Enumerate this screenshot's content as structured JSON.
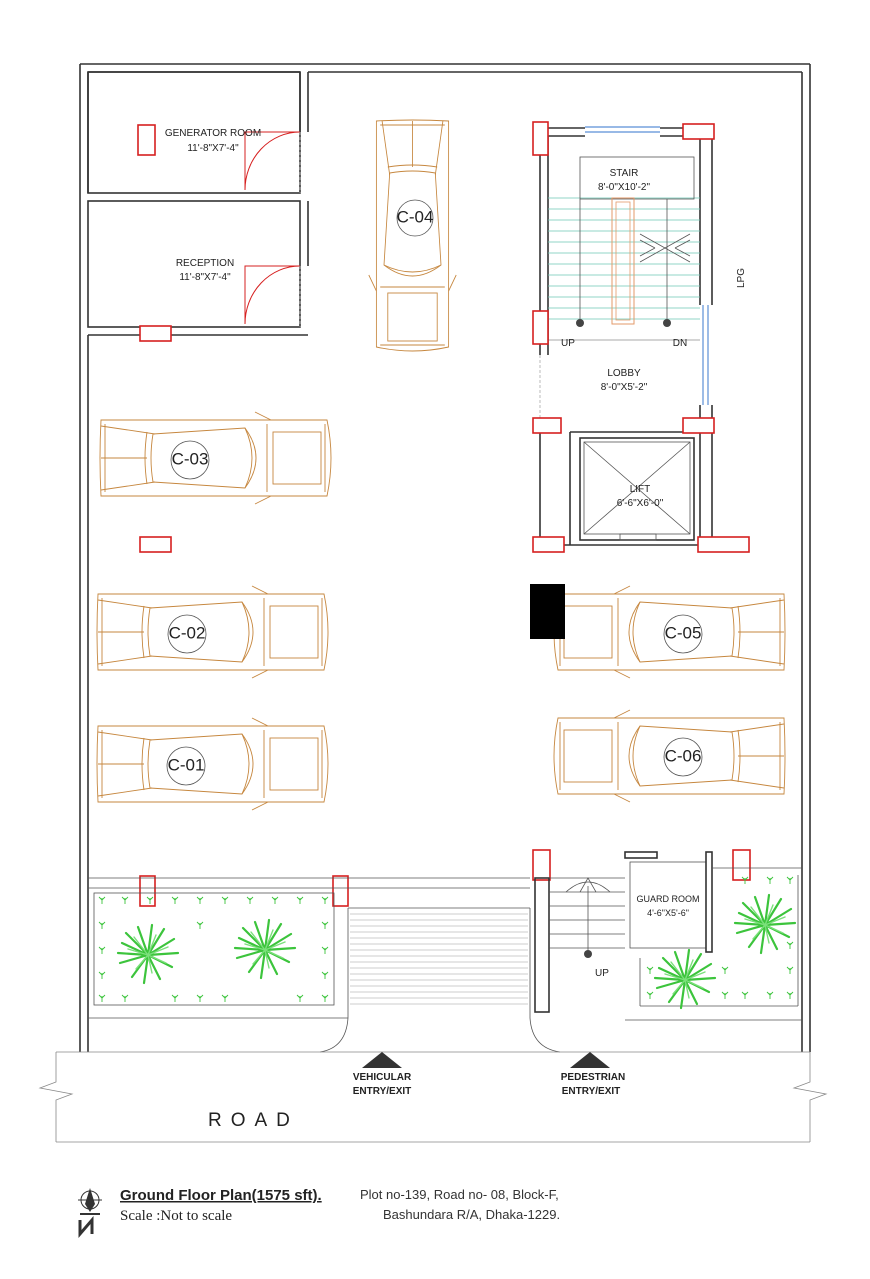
{
  "rooms": {
    "generator": {
      "name": "GENERATOR ROOM",
      "size": "11'-8\"X7'-4\""
    },
    "reception": {
      "name": "RECEPTION",
      "size": "11'-8\"X7'-4\""
    },
    "stair": {
      "name": "STAIR",
      "size": "8'-0\"X10'-2\""
    },
    "lobby": {
      "name": "LOBBY",
      "size": "8'-0\"X5'-2\""
    },
    "lift": {
      "name": "LIFT",
      "size": "6'-6\"X6'-0\""
    },
    "guard": {
      "name": "GUARD ROOM",
      "size": "4'-6\"X5'-6\""
    }
  },
  "stair_marks": {
    "up": "UP",
    "dn": "DN"
  },
  "lpg": "LPG",
  "ped_up": "UP",
  "cars": [
    "C-01",
    "C-02",
    "C-03",
    "C-04",
    "C-05",
    "C-06"
  ],
  "entries": {
    "vehicular": [
      "VEHICULAR",
      "ENTRY/EXIT"
    ],
    "pedestrian": [
      "PEDESTRIAN",
      "ENTRY/EXIT"
    ]
  },
  "road": "ROAD",
  "footer": {
    "title": "Ground Floor Plan(1575 sft).",
    "scale": "Scale :Not to scale",
    "address_line1": "Plot no-139, Road no- 08, Block-F,",
    "address_line2": "Bashundara R/A, Dhaka-1229."
  },
  "colors": {
    "wall": "#333333",
    "column": "#d62020",
    "car": "#c6873f",
    "stair": "#6cc7b4",
    "plant": "#3cc43c"
  },
  "icons": [
    "north-arrow-icon",
    "entry-triangle-icon",
    "plant-icon",
    "umbrella-icon"
  ]
}
